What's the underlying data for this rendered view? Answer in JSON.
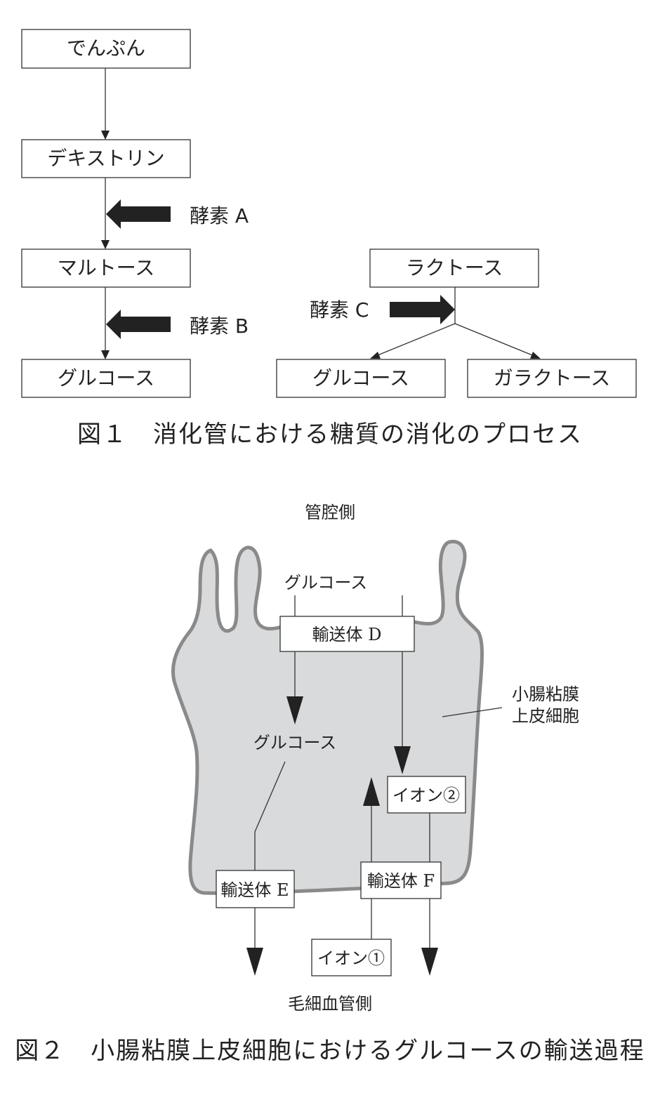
{
  "figure1": {
    "starch": "でんぷん",
    "dextrin": "デキストリン",
    "maltose": "マルトース",
    "glucose": "グルコース",
    "lactose": "ラクトース",
    "glucose2": "グルコース",
    "galactose": "ガラクトース",
    "enzyme_a": "酵素 A",
    "enzyme_b": "酵素 B",
    "enzyme_c": "酵素 C",
    "caption": "図１　消化管における糖質の消化のプロセス"
  },
  "figure2": {
    "lumen_side": "管腔側",
    "glucose_top": "グルコース",
    "transporter_d": "輸送体 D",
    "cell_label_line1": "小腸粘膜",
    "cell_label_line2": "上皮細胞",
    "glucose_mid": "グルコース",
    "ion2": "イオン②",
    "transporter_e": "輸送体 E",
    "transporter_f": "輸送体 F",
    "ion1": "イオン①",
    "capillary_side": "毛細血管側",
    "caption": "図２　小腸粘膜上皮細胞におけるグルコースの輸送過程"
  },
  "colors": {
    "cell_fill": "#d9dadc",
    "cell_stroke": "#8a8a8a",
    "arrow": "#222222"
  }
}
